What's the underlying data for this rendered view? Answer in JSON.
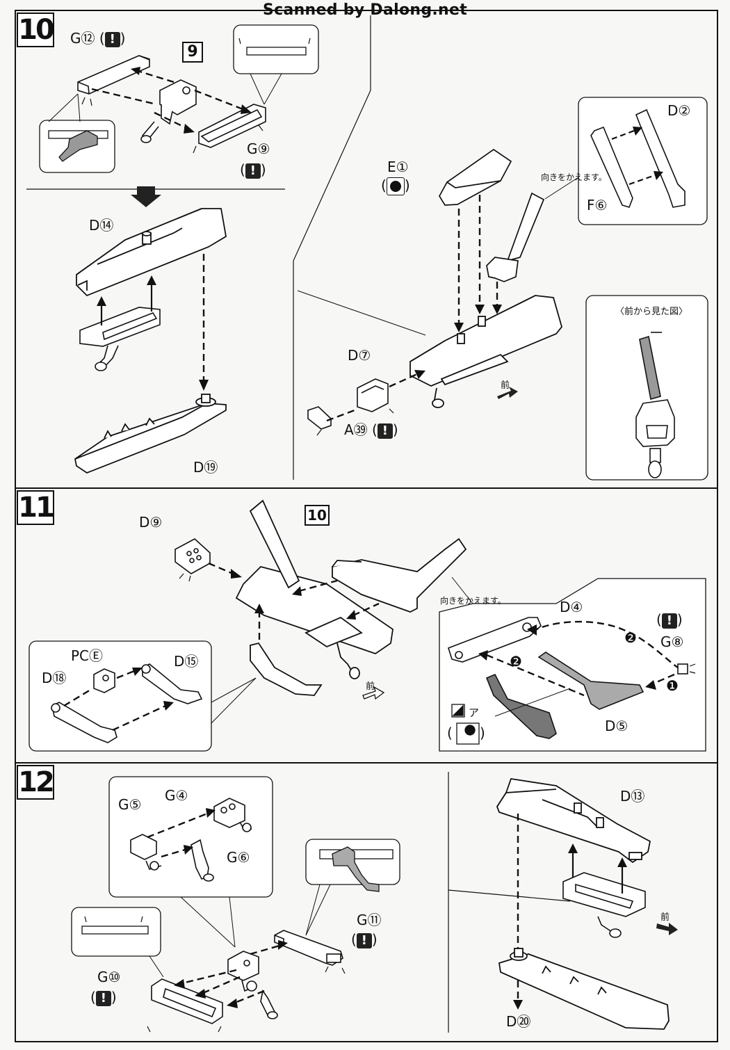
{
  "header": {
    "watermark": "Scanned by Dalong.net"
  },
  "steps": [
    {
      "number": "10"
    },
    {
      "number": "11"
    },
    {
      "number": "12"
    }
  ],
  "step10": {
    "ref_step": "9",
    "parts": {
      "g12": "G⑫",
      "g9": "G⑨",
      "d14": "D⑭",
      "d19": "D⑲",
      "e1": "E①",
      "d2": "D②",
      "f6": "F⑥",
      "d7": "D⑦",
      "a39": "A㊴"
    },
    "notes": {
      "rotate": "向きをかえます。",
      "front_view": "〈前から見た図〉",
      "front": "前"
    }
  },
  "step11": {
    "ref_step": "10",
    "parts": {
      "d9": "D⑨",
      "pce": "PCⒺ",
      "d15": "D⑮",
      "d18": "D⑱",
      "d4": "D④",
      "g8": "G⑧",
      "d5": "D⑤",
      "sticker": "ア"
    },
    "notes": {
      "rotate": "向きをかえます。",
      "front": "前",
      "order1": "❶",
      "order2": "❷"
    }
  },
  "step12": {
    "parts": {
      "g5": "G⑤",
      "g4": "G④",
      "g6": "G⑥",
      "g11": "G⑪",
      "g10": "G⑩",
      "d13": "D⑬",
      "d20": "D⑳"
    },
    "notes": {
      "front": "前"
    }
  },
  "symbols": {
    "warning": "!"
  }
}
